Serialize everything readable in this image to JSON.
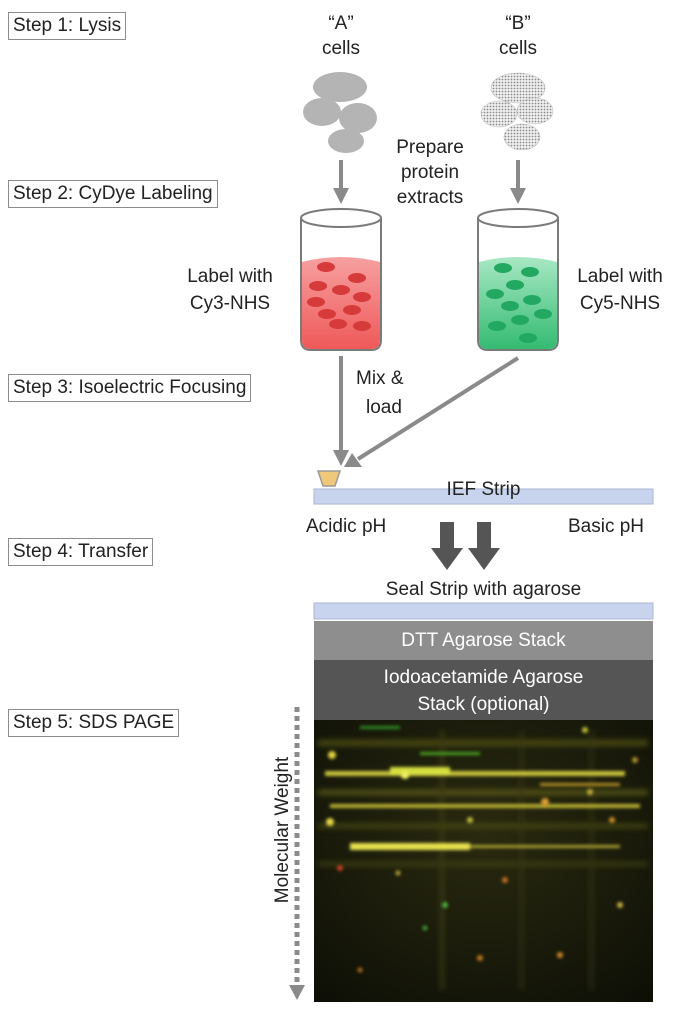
{
  "steps": [
    {
      "label": "Step 1: Lysis"
    },
    {
      "label": "Step 2: CyDye Labeling"
    },
    {
      "label": "Step 3: Isoelectric Focusing"
    },
    {
      "label": "Step 4: Transfer"
    },
    {
      "label": "Step 5: SDS PAGE"
    }
  ],
  "cells_a": {
    "quote": "“A”",
    "word": "cells"
  },
  "cells_b": {
    "quote": "“B”",
    "word": "cells"
  },
  "prepare": {
    "line1": "Prepare",
    "line2": "protein",
    "line3": "extracts"
  },
  "label_left": {
    "line1": "Label with",
    "line2": "Cy3-NHS"
  },
  "label_right": {
    "line1": "Label with",
    "line2": "Cy5-NHS"
  },
  "mix_load": {
    "line1": "Mix &",
    "line2": "load"
  },
  "ief": {
    "strip": "IEF Strip",
    "acidic": "Acidic pH",
    "basic": "Basic pH"
  },
  "seal": "Seal Strip with agarose",
  "dtt": "DTT Agarose Stack",
  "iodo": {
    "line1": "Iodoacetamide Agarose",
    "line2": "Stack (optional)"
  },
  "mw": "Molecular Weight",
  "colors": {
    "cy3": "#ef5a5a",
    "cy5": "#3ec07a",
    "arrow": "#8a8a8a",
    "strip": "#c8d4ee",
    "dtt": "#8e8e8e",
    "iodo": "#555555"
  }
}
